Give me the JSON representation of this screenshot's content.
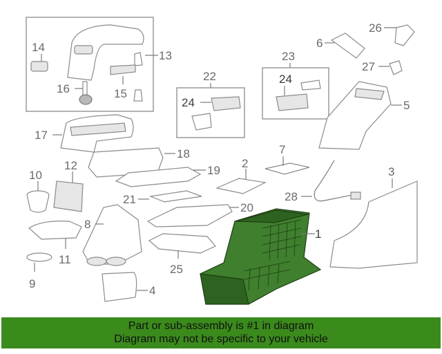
{
  "labels": {
    "l1": "1",
    "l2": "2",
    "l3": "3",
    "l4": "4",
    "l5": "5",
    "l6": "6",
    "l7": "7",
    "l8": "8",
    "l9": "9",
    "l10": "10",
    "l11": "11",
    "l12": "12",
    "l13": "13",
    "l14": "14",
    "l15": "15",
    "l16": "16",
    "l17": "17",
    "l18": "18",
    "l19": "19",
    "l20": "20",
    "l21": "21",
    "l22": "22",
    "l23": "23",
    "l24a": "24",
    "l24b": "24",
    "l25": "25",
    "l26": "26",
    "l27": "27",
    "l28": "28"
  },
  "highlight_color": "#3f7f2e",
  "banner": {
    "line1": "Part or sub-assembly is #1 in diagram",
    "line2": "Diagram may not be specific to your vehicle",
    "color": "#3a8a1c"
  }
}
